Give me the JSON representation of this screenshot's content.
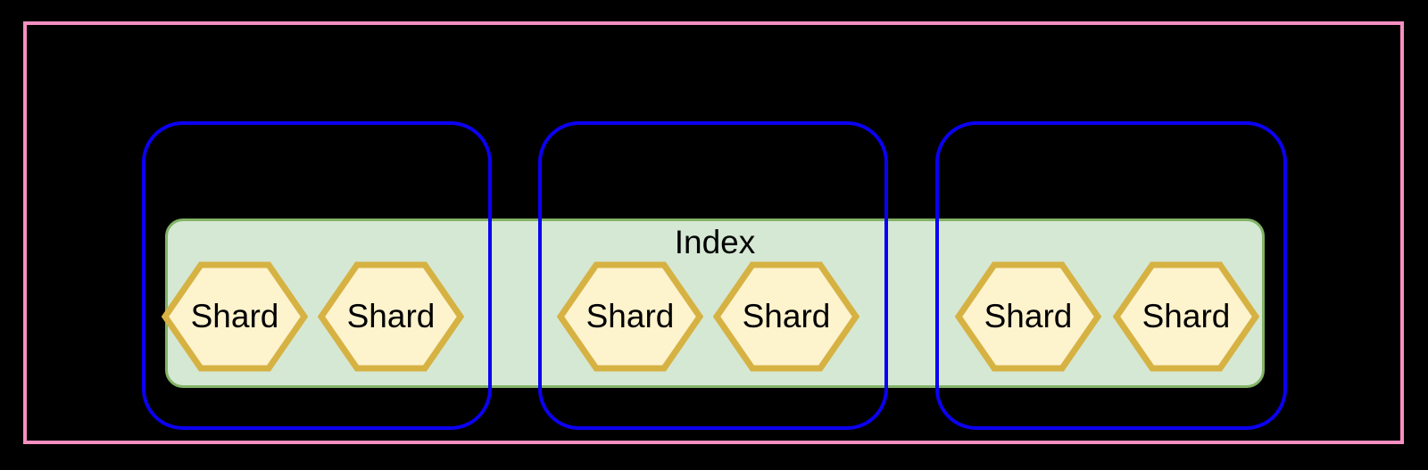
{
  "diagram": {
    "kind": "cluster-index-shard-topology",
    "index_label": "Index",
    "nodes": [
      {
        "shards": [
          "Shard",
          "Shard"
        ]
      },
      {
        "shards": [
          "Shard",
          "Shard"
        ]
      },
      {
        "shards": [
          "Shard",
          "Shard"
        ]
      }
    ],
    "colors": {
      "background": "#000000",
      "cluster_border": "#f78fc1",
      "node_border": "#0c00f2",
      "index_fill": "#d5e8d4",
      "index_border": "#82b366",
      "shard_fill": "#fdf3cd",
      "shard_border": "#d6b243",
      "label_text": "#000000"
    }
  }
}
